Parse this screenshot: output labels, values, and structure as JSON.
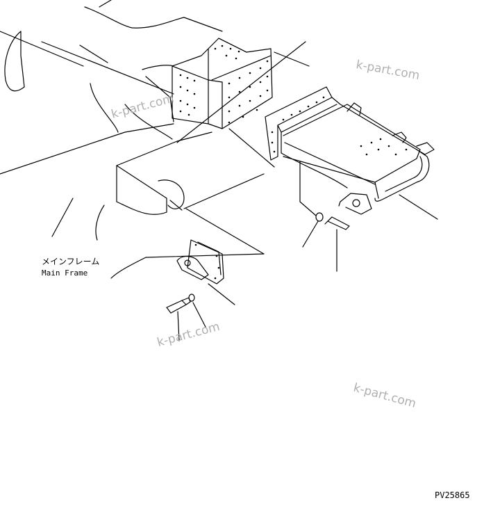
{
  "diagram": {
    "callout_main_frame_jp": "メインフレーム",
    "callout_main_frame_en": "Main Frame",
    "drawing_code": "PV25865",
    "watermarks": [
      "k-part.com",
      "k-part.com",
      "k-part.com",
      "k-part.com"
    ]
  },
  "colors": {
    "ink": "#000000",
    "watermark": "#b0b0b0",
    "background": "#ffffff"
  }
}
